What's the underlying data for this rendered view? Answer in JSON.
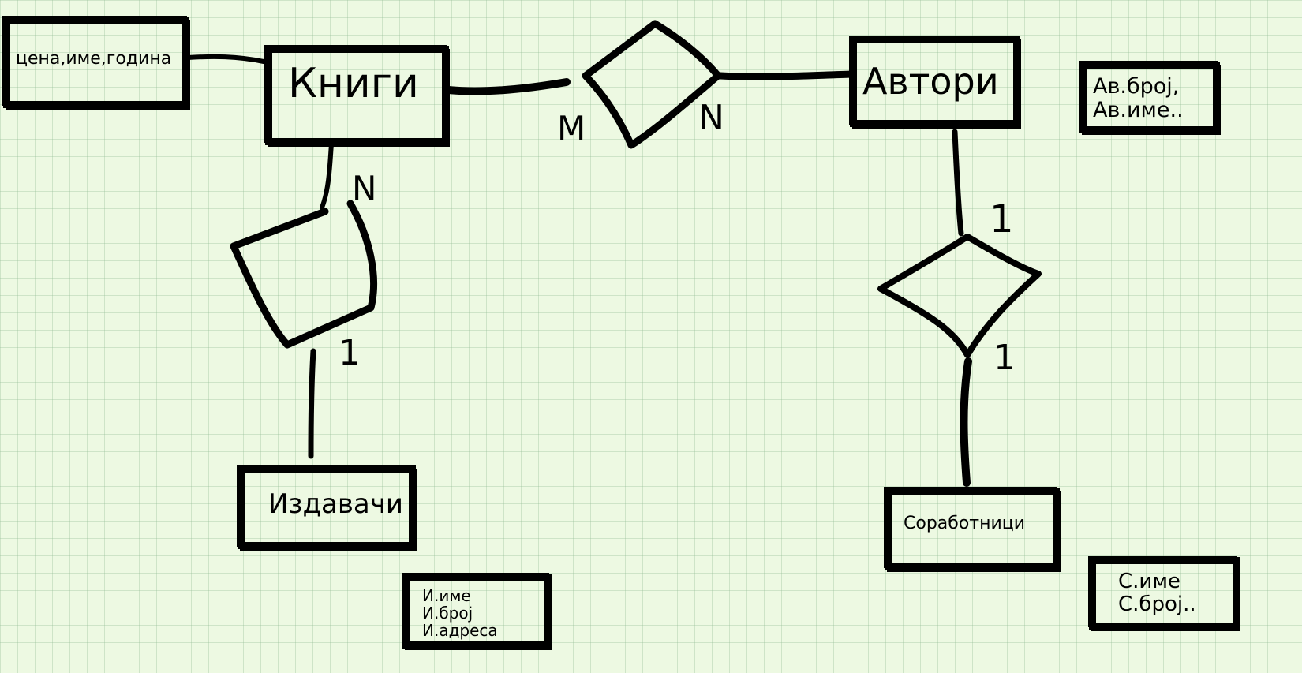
{
  "entities": {
    "knigi": "Книги",
    "avtori": "Автори",
    "izdavachi": "Издавачи",
    "sorabotnici": "Соработници"
  },
  "attributes": {
    "knigi": "цена,име,година",
    "avtori": [
      "Ав.број,",
      "Ав.име.."
    ],
    "izdavachi": [
      "И.име",
      "И.број",
      "И.адреса"
    ],
    "sorabotnici": [
      "С.име",
      "С.број.."
    ]
  },
  "cardinalities": {
    "knigi_avtori_left": "M",
    "knigi_avtori_right": "N",
    "knigi_izdavachi_top": "N",
    "knigi_izdavachi_bottom": "1",
    "avtori_sorabotnici_top": "1",
    "avtori_sorabotnici_bottom": "1"
  },
  "colors": {
    "background": "#edf9e2",
    "grid": "#b7d4b0",
    "ink": "#000000"
  }
}
